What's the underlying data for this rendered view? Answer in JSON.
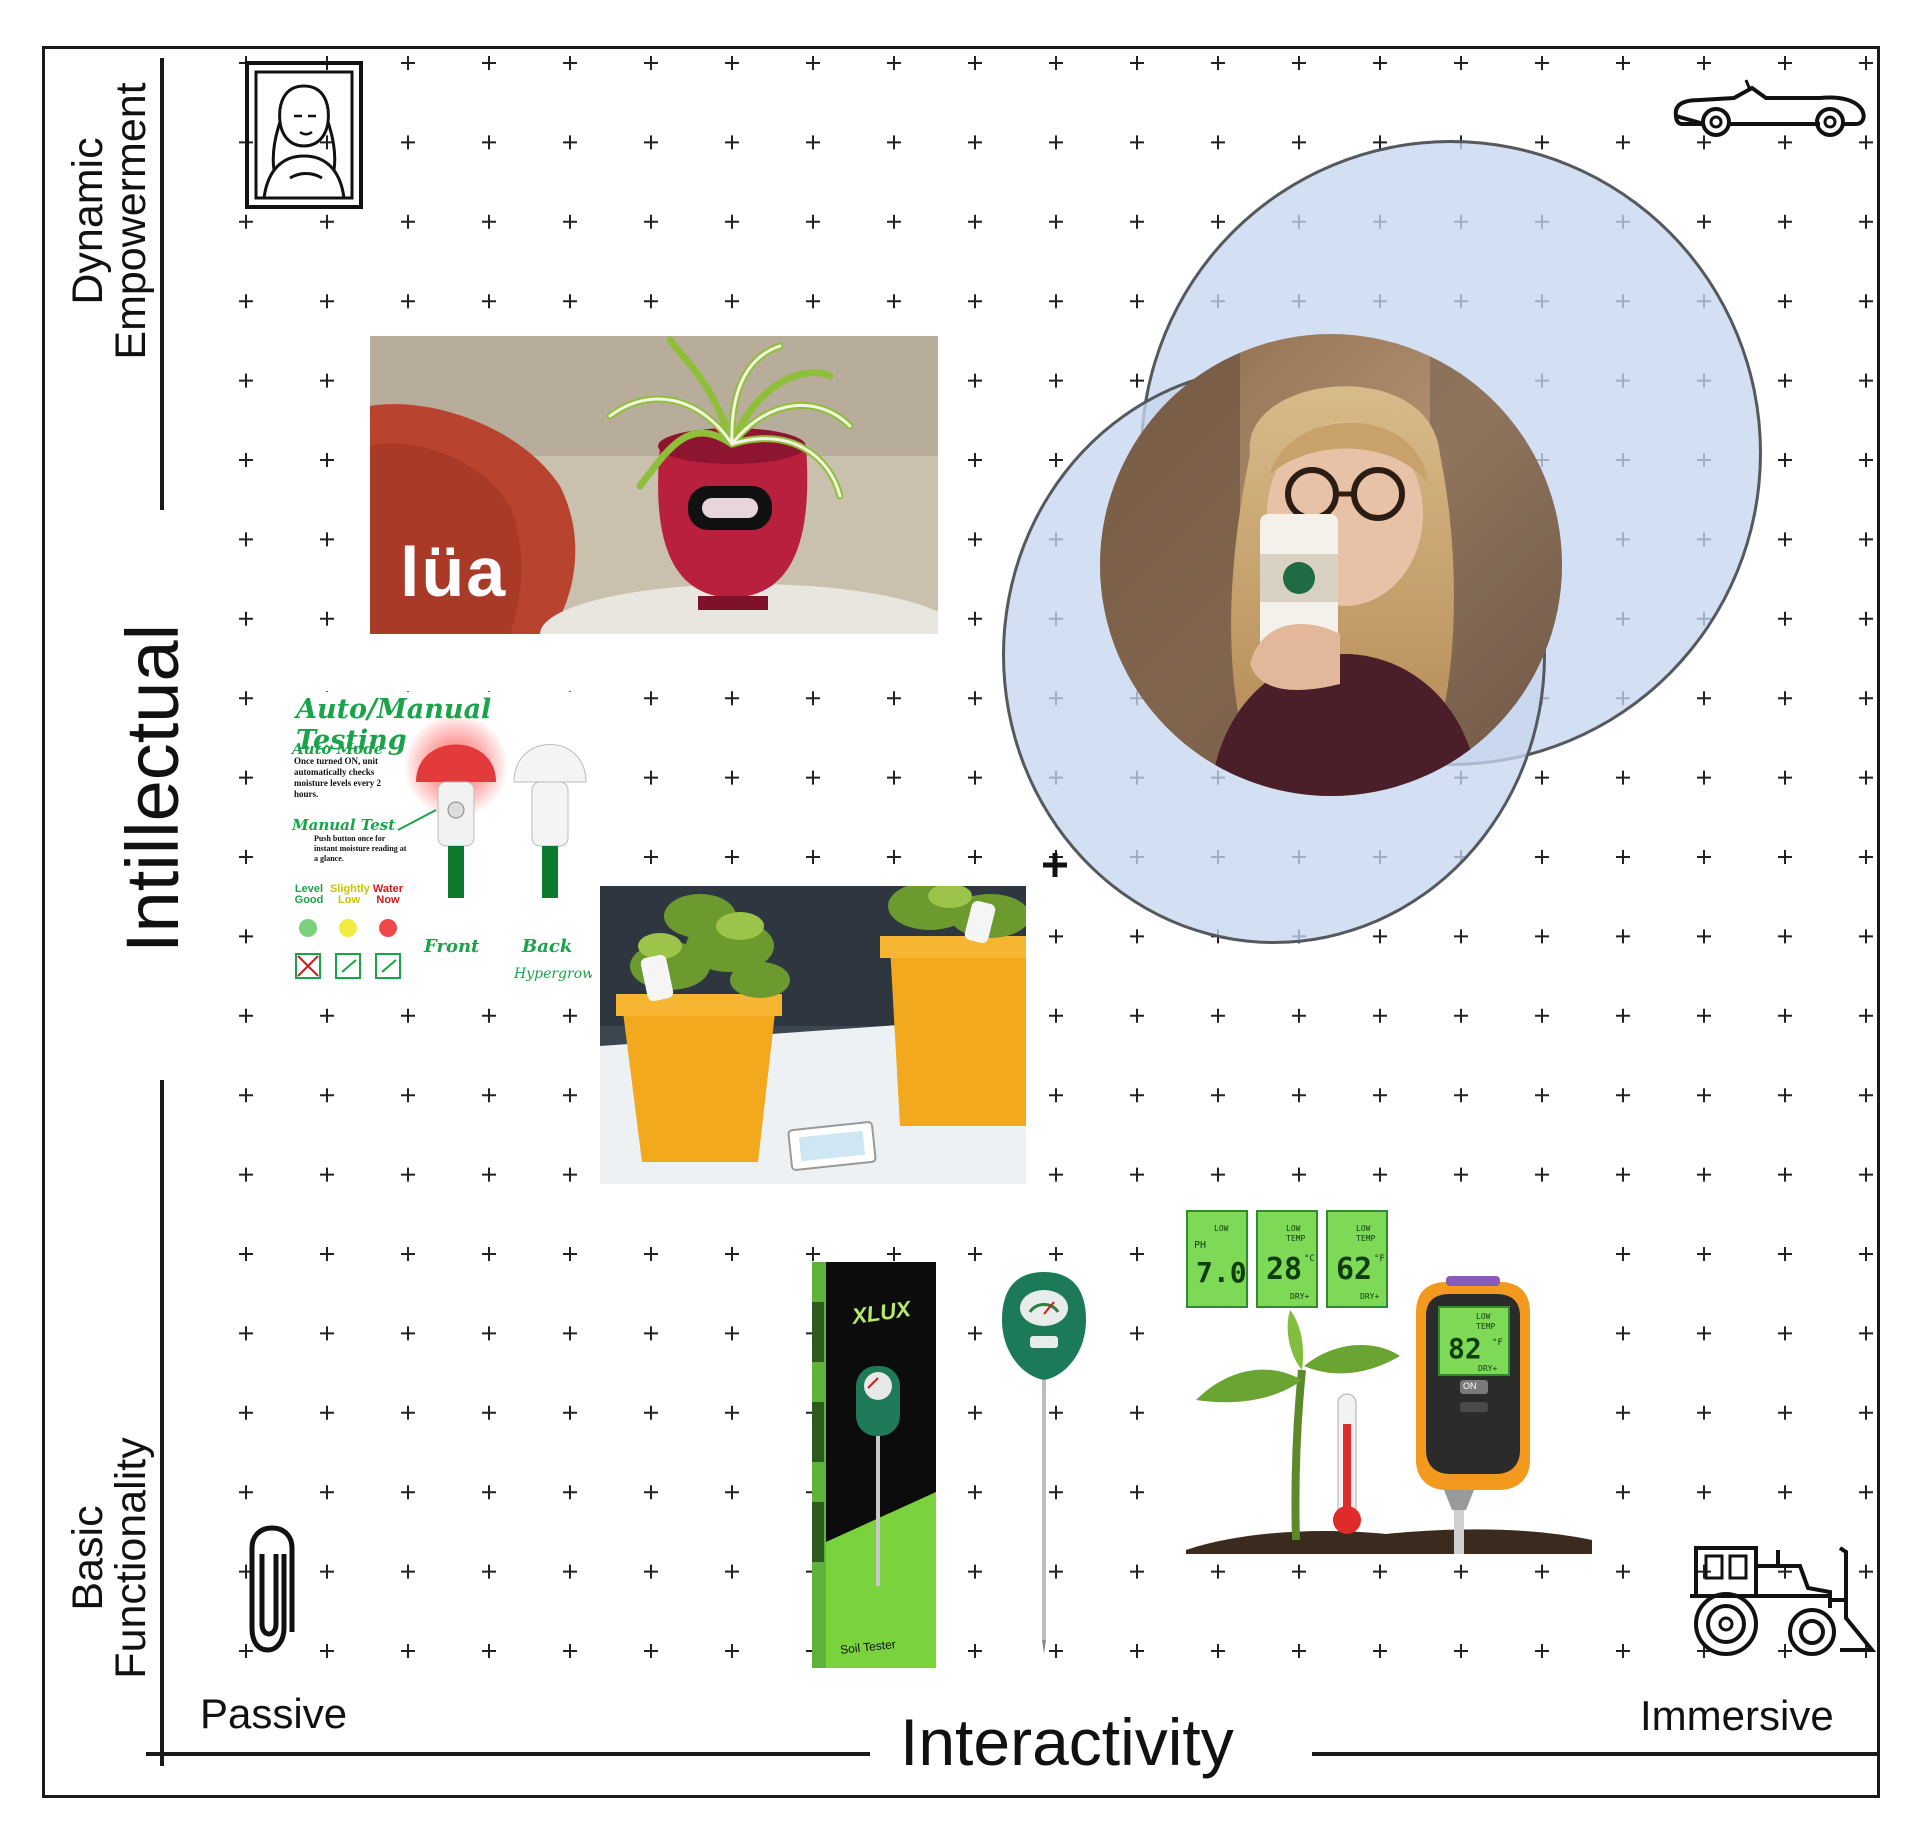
{
  "axes": {
    "x_title": "Interactivity",
    "x_min_label": "Passive",
    "x_max_label": "Immersive",
    "y_title": "Intillectual",
    "y_top_label_line1": "Dynamic",
    "y_top_label_line2": "Empowerment",
    "y_bottom_label_line1": "Basic",
    "y_bottom_label_line2": "Functionality"
  },
  "corner_icons": [
    "portrait-painting-icon",
    "convertible-car-icon",
    "paperclip-icon",
    "tractor-icon"
  ],
  "products": {
    "lua": {
      "brand": "lüa"
    },
    "hypergrow": {
      "title": "Auto/Manual Testing",
      "auto_heading": "Auto Mode",
      "auto_text": "Once turned ON, unit automatically checks moisture levels every 2 hours.",
      "manual_heading": "Manual Test",
      "manual_text": "Push button once for instant moisture reading at a glance.",
      "level_1": "Level Good",
      "level_2": "Slightly Low",
      "level_3": "Water Now",
      "front_label": "Front",
      "back_label": "Back",
      "brand": "Hypergrow"
    },
    "xlux": {
      "brand": "XLUX",
      "subtitle": "Soil Tester"
    },
    "meter4in1": {
      "ph_label": "PH",
      "ph_value": "7.0",
      "temp_label": "TEMP",
      "temp_value": "28",
      "temp_unit": "°C",
      "temp2_value": "62",
      "temp2_unit": "°F",
      "device_value": "82",
      "device_unit": "°F",
      "low_label": "LOW",
      "dry_label": "DRY+",
      "on_label": "ON"
    }
  },
  "colors": {
    "bubble_fill": "#c6d6ee",
    "bubble_stroke": "#55585c",
    "hypergrow_green": "#1aa34a",
    "lcd_green": "#7ed957",
    "meter_orange": "#f39a1e",
    "lua_red": "#b8203e"
  }
}
